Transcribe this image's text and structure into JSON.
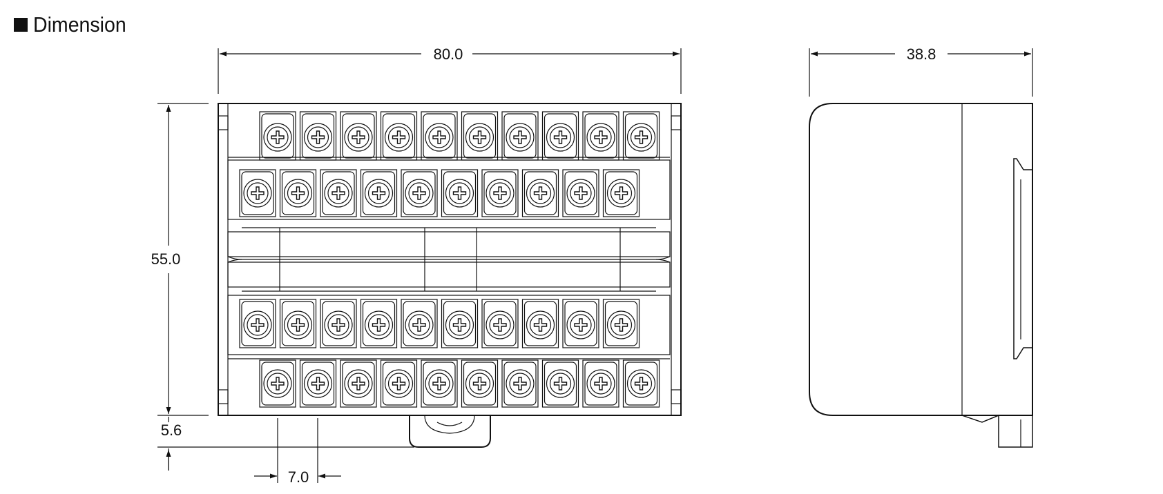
{
  "heading": {
    "bullet_icon": "filled-square-icon",
    "title": "Dimension"
  },
  "dimensions": {
    "front_width": "80.0",
    "front_height": "55.0",
    "bottom_offset": "5.6",
    "terminal_pitch": "7.0",
    "side_depth": "38.8"
  },
  "terminal_rows": {
    "rows": 4,
    "terminals_per_row": 10
  },
  "colors": {
    "line": "#111111",
    "background": "#ffffff"
  }
}
